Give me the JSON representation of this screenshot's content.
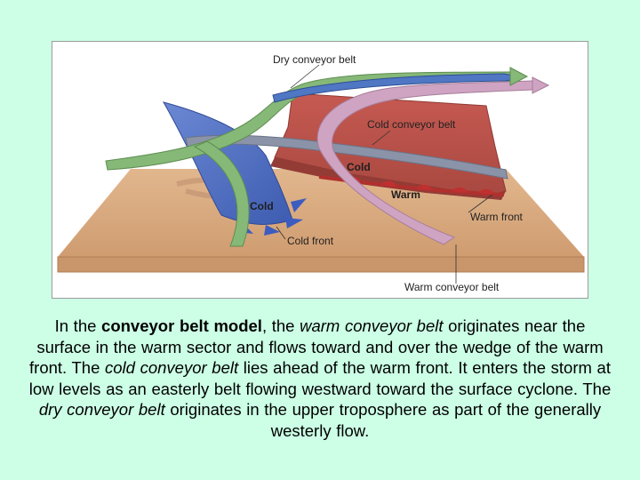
{
  "colors": {
    "background": "#ccffe6",
    "ground": "#d8a87c",
    "warm_air_mass": "#b8504a",
    "cold_air_mass": "#5878c8",
    "dry_belt": "#7cae6c",
    "warm_belt": "#c8a0bc",
    "cold_belt": "#8892a8"
  },
  "diagram": {
    "labels": {
      "dry_conveyor_belt": "Dry conveyor belt",
      "cold_conveyor_belt": "Cold conveyor belt",
      "cold_upper": "Cold",
      "warm": "Warm",
      "warm_front": "Warm front",
      "cold_left": "Cold",
      "cold_front": "Cold front",
      "warm_conveyor_belt": "Warm conveyor belt"
    }
  },
  "caption": {
    "p1": "In the ",
    "b1": "conveyor belt model",
    "p2": ", the ",
    "i1": "warm conveyor belt",
    "p3": " originates near the surface in the warm sector and flows toward and over the wedge of the warm front. The ",
    "i2": "cold conveyor belt",
    "p4": " lies ahead of the warm front. It enters the storm at low levels as an easterly belt flowing westward toward the surface cyclone. The ",
    "i3": "dry conveyor belt",
    "p5": " originates in the upper troposphere as part of the generally westerly flow."
  }
}
